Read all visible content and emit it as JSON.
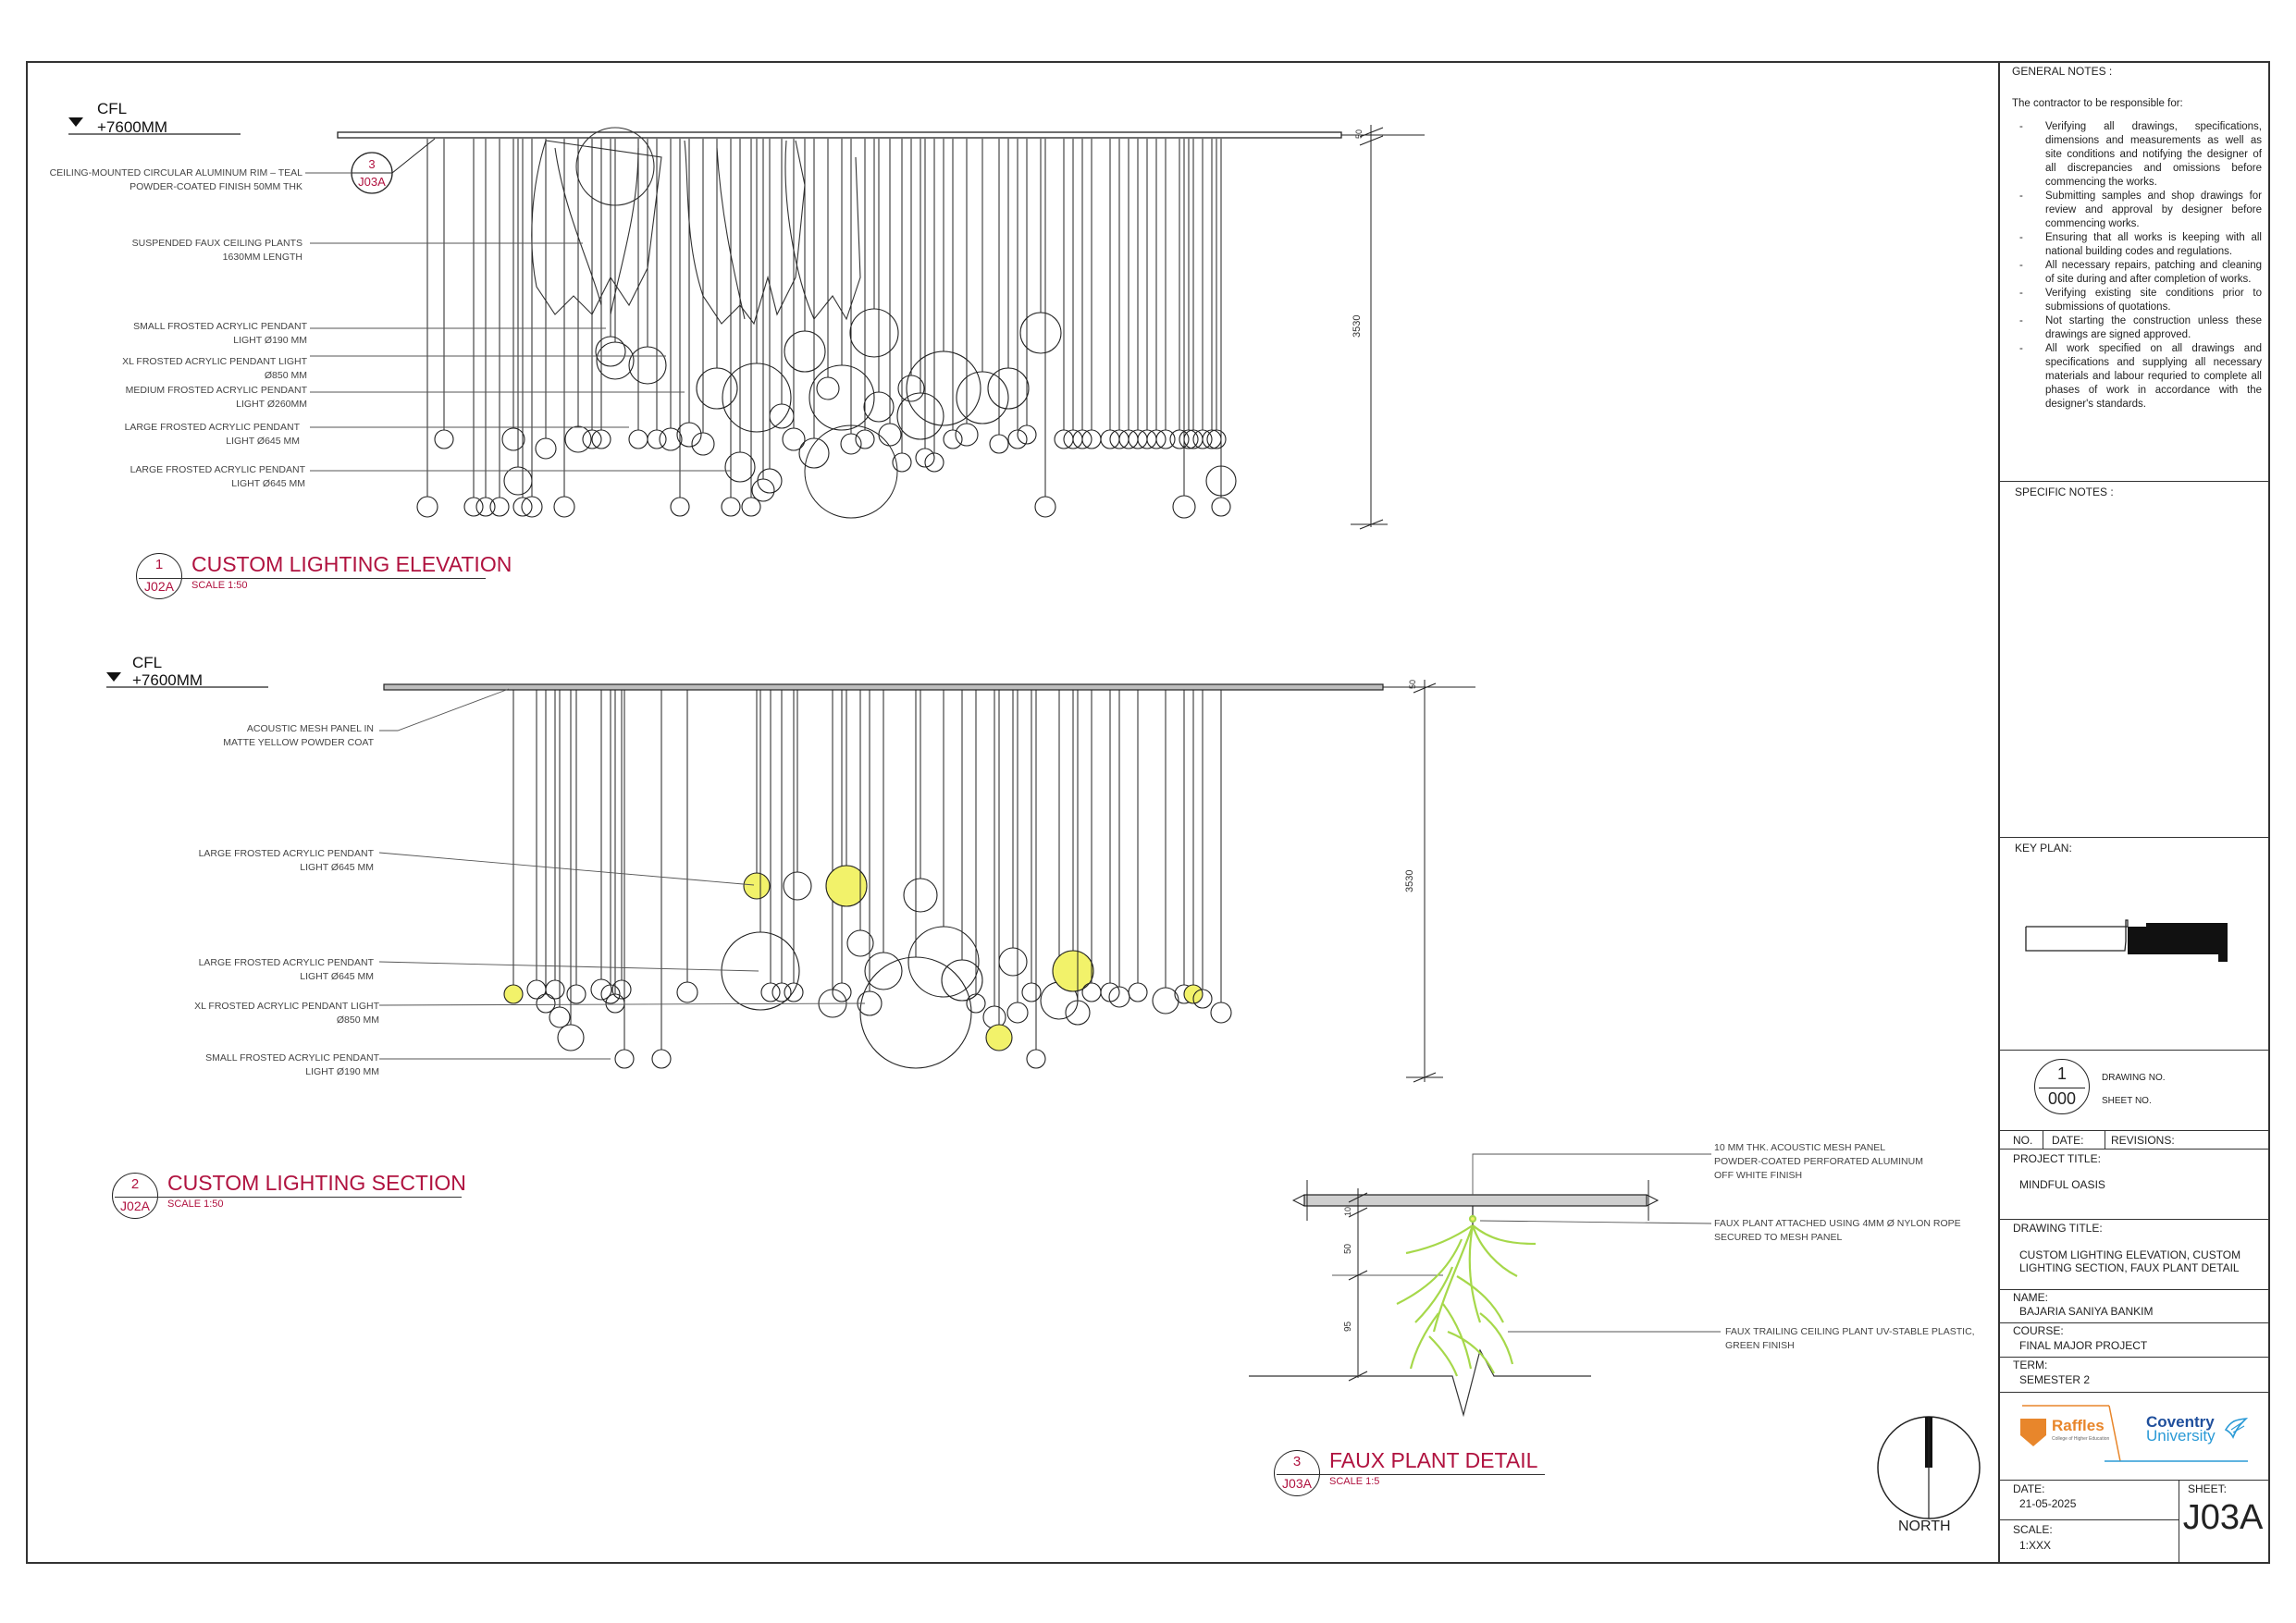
{
  "levels": [
    {
      "label": "CFL",
      "value": "+7600MM"
    },
    {
      "label": "CFL",
      "value": "+7600MM"
    }
  ],
  "elevation": {
    "labels": [
      "CEILING-MOUNTED CIRCULAR ALUMINUM RIM – TEAL",
      "POWDER-COATED FINISH 50MM THK",
      "SUSPENDED FAUX CEILING PLANTS",
      "1630MM LENGTH",
      "SMALL FROSTED ACRYLIC PENDANT",
      "LIGHT Ø190 MM",
      "XL FROSTED ACRYLIC PENDANT LIGHT",
      "Ø850 MM",
      "MEDIUM FROSTED ACRYLIC PENDANT",
      "LIGHT Ø260MM",
      "LARGE FROSTED ACRYLIC PENDANT",
      "LIGHT Ø645 MM",
      "LARGE FROSTED ACRYLIC PENDANT",
      "LIGHT Ø645 MM"
    ],
    "callout": {
      "num": "3",
      "ref": "J03A"
    },
    "dim_total": "3530",
    "dim_top": "50",
    "title": {
      "num": "1",
      "ref": "J02A",
      "text": "CUSTOM LIGHTING ELEVATION",
      "scale": "SCALE  1:50"
    }
  },
  "section": {
    "labels": [
      "ACOUSTIC MESH PANEL IN",
      "MATTE YELLOW POWDER COAT",
      "LARGE FROSTED ACRYLIC PENDANT",
      "LIGHT Ø645 MM",
      "LARGE FROSTED ACRYLIC PENDANT",
      "LIGHT Ø645 MM",
      "XL FROSTED ACRYLIC PENDANT LIGHT",
      "Ø850 MM",
      "SMALL FROSTED ACRYLIC PENDANT",
      "LIGHT Ø190 MM"
    ],
    "dim_total": "3530",
    "dim_top": "50",
    "title": {
      "num": "2",
      "ref": "J02A",
      "text": "CUSTOM LIGHTING SECTION",
      "scale": "SCALE  1:50"
    }
  },
  "detail": {
    "labels": [
      "10 MM THK. ACOUSTIC MESH PANEL",
      "POWDER-COATED PERFORATED ALUMINUM",
      "OFF WHITE FINISH",
      "FAUX PLANT ATTACHED USING 4MM Ø NYLON ROPE",
      "SECURED TO MESH PANEL",
      "FAUX TRAILING CEILING PLANT  UV-STABLE PLASTIC,",
      "GREEN FINISH"
    ],
    "dims": [
      "10",
      "50",
      "95"
    ],
    "title": {
      "num": "3",
      "ref": "J03A",
      "text": "FAUX PLANT DETAIL",
      "scale": "SCALE  1:5"
    }
  },
  "north_label": "NORTH",
  "titleblock": {
    "general_notes_heading": "GENERAL NOTES :",
    "intro": "The contractor to be responsible for:",
    "notes": [
      "Verifying all drawings, specifications, dimensions and measurements as well as site conditions and notifying the designer of all discrepancies and omissions before commencing the works.",
      "Submitting samples and shop drawings for review and approval by designer before commencing works.",
      "Ensuring that all works is keeping with all national building codes and regulations.",
      "All necessary repairs, patching and cleaning of site during and after completion of works.",
      "Verifying existing site conditions prior to submissions of quotations.",
      "Not starting the construction unless these drawings are signed approved.",
      "All work specified on all drawings and specifications and supplying all necessary materials and labour requried to complete all phases of work in accordance with the designer's standards."
    ],
    "specific_notes_heading": "SPECIFIC NOTES :",
    "key_plan_heading": "KEY PLAN:",
    "drawing_no_num": "1",
    "drawing_no_ref": "000",
    "drawing_no_label": "DRAWING NO.",
    "sheet_no_label": "SHEET NO.",
    "rev_no": "NO.",
    "rev_date": "DATE:",
    "rev_revisions": "REVISIONS:",
    "project_title_label": "PROJECT TITLE:",
    "project_title": "MINDFUL OASIS",
    "drawing_title_label": "DRAWING TITLE:",
    "drawing_title": "CUSTOM LIGHTING ELEVATION, CUSTOM LIGHTING SECTION, FAUX PLANT DETAIL",
    "name_label": "NAME:",
    "name": "BAJARIA SANIYA BANKIM",
    "course_label": "COURSE:",
    "course": "FINAL MAJOR PROJECT",
    "term_label": "TERM:",
    "term": "SEMESTER 2",
    "logo_left": "Raffles",
    "logo_left_sub": "College of Higher Education",
    "logo_right_1": "Coventry",
    "logo_right_2": "University",
    "date_label": "DATE:",
    "date": "21-05-2025",
    "scale_label": "SCALE:",
    "scale": "1:XXX",
    "sheet_label": "SHEET:",
    "sheet": "J03A"
  },
  "colors": {
    "accent_red": "#b0123f",
    "plant_green": "#a6d84a",
    "highlight_yellow": "#f2f26a",
    "rim_teal": "#2b2b2b"
  }
}
